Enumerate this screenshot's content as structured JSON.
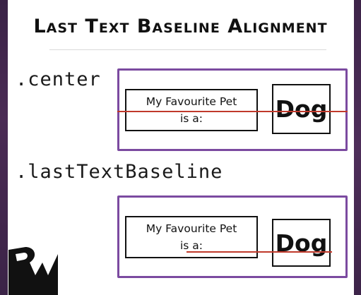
{
  "title": "Last Text Baseline Alignment",
  "labels": {
    "center": ".center",
    "last": ".lastTextBaseline"
  },
  "example_center": {
    "line1": "My Favourite Pet",
    "line2": "is a:",
    "dog": "Dog"
  },
  "example_last": {
    "line1": "My Favourite Pet",
    "line2": "is a:",
    "dog": "Dog"
  },
  "colors": {
    "frame": "#7b4aa0",
    "baseline": "#c0392b",
    "strip": "#3a2346"
  },
  "icons": [
    "rw-logo"
  ]
}
